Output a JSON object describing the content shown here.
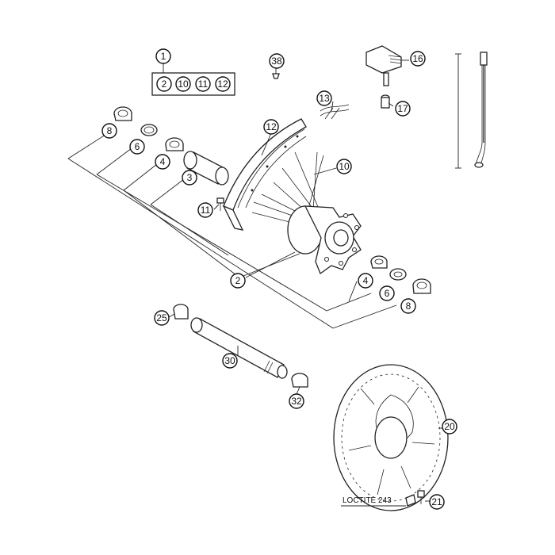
{
  "callouts": {
    "c1": "1",
    "c2a": "2",
    "c10a": "10",
    "c11a": "11",
    "c12a": "12",
    "c38": "38",
    "c16": "16",
    "c13": "13",
    "c17": "17",
    "c8a": "8",
    "c6a": "6",
    "c4a": "4",
    "c3": "3",
    "c12b": "12",
    "c10b": "10",
    "c11b": "11",
    "c2b": "2",
    "c4b": "4",
    "c6b": "6",
    "c8b": "8",
    "c25": "25",
    "c30": "30",
    "c32": "32",
    "c20": "20",
    "c21": "21"
  },
  "labels": {
    "loctite": "LOCTITE 243"
  },
  "colors": {
    "line": "#222222",
    "background": "#ffffff"
  }
}
